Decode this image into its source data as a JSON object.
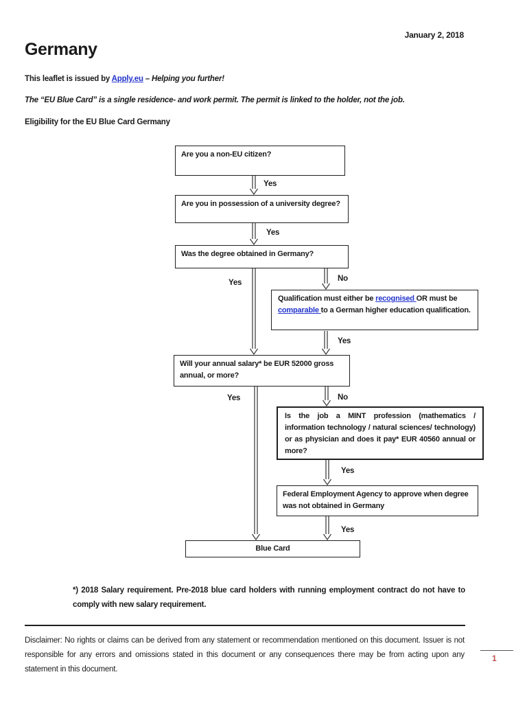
{
  "page": {
    "date": "January 2, 2018",
    "title": "Germany",
    "intro": {
      "prefix": "This leaflet is issued by ",
      "link": "Apply.eu",
      "separator": " – ",
      "tagline": "Helping you further!"
    },
    "subtitle": "The “EU Blue Card” is a single residence- and work permit. The permit is linked to the holder, not the job.",
    "section_heading": "Eligibility for the EU Blue Card Germany",
    "footnote": "*) 2018 Salary requirement. Pre-2018 blue card holders with running employment contract do not have to comply with new salary requirement.",
    "disclaimer": "Disclaimer: No rights or claims can be derived from any statement or recommendation mentioned on this document. Issuer is not responsible for any errors and omissions stated in this document or any consequences there may be from acting upon any statement in this document.",
    "page_number": "1"
  },
  "flowchart": {
    "boxes": {
      "q_citizen": "Are you a non-EU citizen?",
      "q_degree": "Are you in possession of a university degree?",
      "q_germany": "Was the degree obtained in Germany?",
      "qualification": {
        "part1": "Qualification must either be ",
        "link_recognised": "recognised ",
        "part2": "OR must be ",
        "link_comparable": "comparable ",
        "part3": "to a German higher education qualification."
      },
      "q_salary": "Will your annual salary* be EUR 52000 gross annual, or more?",
      "q_mint": "Is the job a MINT profession (mathematics / information technology / natural sciences/ technology) or as physician and does it pay* EUR 40560 annual or more?",
      "agency": "Federal Employment Agency to approve when degree was not obtained in Germany",
      "result": "Blue Card"
    },
    "labels": {
      "yes": "Yes",
      "no": "No"
    }
  },
  "colors": {
    "link": "#2233CC",
    "page_number": "#C0504D",
    "arrow": "#404040"
  }
}
